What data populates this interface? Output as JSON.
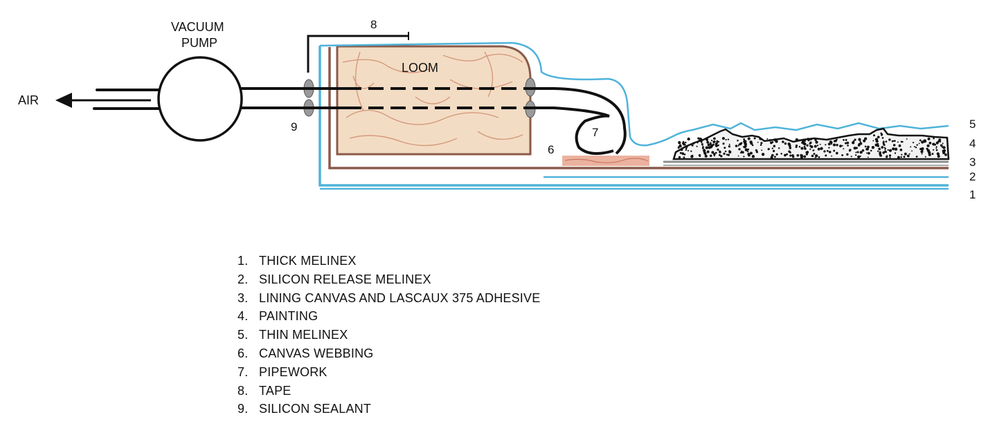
{
  "labels": {
    "air": "AIR",
    "vacuum_pump_line1": "VACUUM",
    "vacuum_pump_line2": "PUMP",
    "loom": "LOOM",
    "callouts": [
      "1",
      "2",
      "3",
      "4",
      "5",
      "6",
      "7",
      "8",
      "9"
    ]
  },
  "legend": [
    {
      "num": "1.",
      "text": "THICK MELINEX"
    },
    {
      "num": "2.",
      "text": "SILICON RELEASE MELINEX"
    },
    {
      "num": "3.",
      "text": "LINING CANVAS AND LASCAUX 375 ADHESIVE"
    },
    {
      "num": "4.",
      "text": "PAINTING"
    },
    {
      "num": "5.",
      "text": "THIN MELINEX"
    },
    {
      "num": "6.",
      "text": "CANVAS WEBBING"
    },
    {
      "num": "7.",
      "text": "PIPEWORK"
    },
    {
      "num": "8.",
      "text": "TAPE"
    },
    {
      "num": "9.",
      "text": "SILICON SEALANT"
    }
  ],
  "colors": {
    "melinex_blue": "#4fb3d9",
    "canvas_brown": "#8a5a4a",
    "loom_fill": "#f3dcc4",
    "loom_grain": "#cf8e70",
    "webbing": "#e8a58e",
    "lining_gray": "#8f8f8f",
    "ink": "#111111"
  }
}
